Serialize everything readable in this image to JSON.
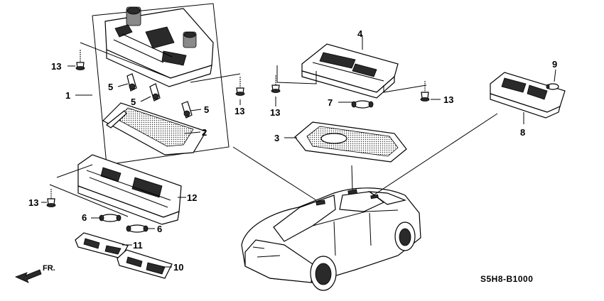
{
  "callouts": {
    "c1": "1",
    "c2": "2",
    "c3": "3",
    "c4": "4",
    "c5a": "5",
    "c5b": "5",
    "c5c": "5",
    "c6a": "6",
    "c6b": "6",
    "c7": "7",
    "c8": "8",
    "c9": "9",
    "c10": "10",
    "c11": "11",
    "c12": "12",
    "c13a": "13",
    "c13b": "13",
    "c13c": "13",
    "c13d": "13",
    "c13e": "13"
  },
  "direction_label": "FR.",
  "diagram_code": "S5H8-B1000"
}
